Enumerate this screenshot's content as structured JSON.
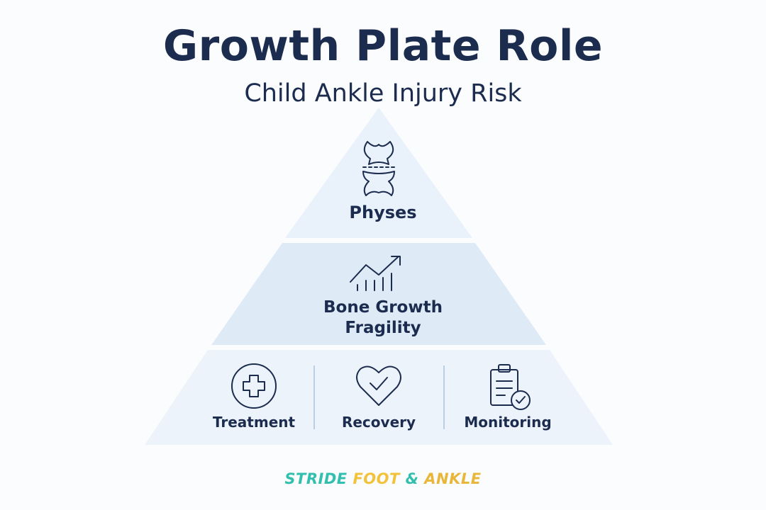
{
  "title": "Growth Plate Role",
  "subtitle": "Child Ankle Injury Risk",
  "colors": {
    "tier_top": "#e9f1fb",
    "tier_middle": "#dfeaf7",
    "tier_bottom": "#edf3fb",
    "ink": "#1c2c4f",
    "brand_teal": "#33bfae",
    "brand_yellow": "#f2c23a"
  },
  "tiers": {
    "top": {
      "label": "Physes",
      "icon": "bone-joint-icon"
    },
    "middle": {
      "line1": "Bone Growth",
      "line2": "Fragility",
      "icon": "growth-chart-icon"
    },
    "bottom": {
      "items": [
        {
          "label": "Treatment",
          "icon": "medical-cross-icon"
        },
        {
          "label": "Recovery",
          "icon": "heart-check-icon"
        },
        {
          "label": "Monitoring",
          "icon": "clipboard-check-icon"
        }
      ]
    }
  },
  "footer": {
    "stride": "STRIDE",
    "foot": "FOOT",
    "amp": "&",
    "ankle": "ANKLE"
  }
}
